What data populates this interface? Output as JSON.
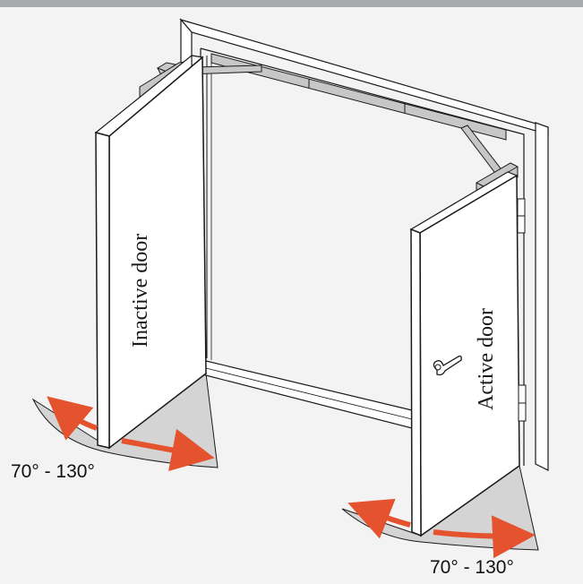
{
  "labels": {
    "inactive_door": "Inactive door",
    "active_door": "Active door",
    "inactive_angle": "70° - 130°",
    "active_angle": "70° - 130°"
  },
  "colors": {
    "background": "#f3f3f3",
    "top_bar": "#a8aaad",
    "swing_arrow": "#e5532e",
    "swing_area": "#d4d4d4",
    "door_face": "#ffffff",
    "closer_hardware": "#c7c7c7",
    "outline": "#1a1a1a"
  },
  "icons": {
    "handle": "lever-handle-icon",
    "arrow": "double-headed-arc-arrow-icon"
  }
}
